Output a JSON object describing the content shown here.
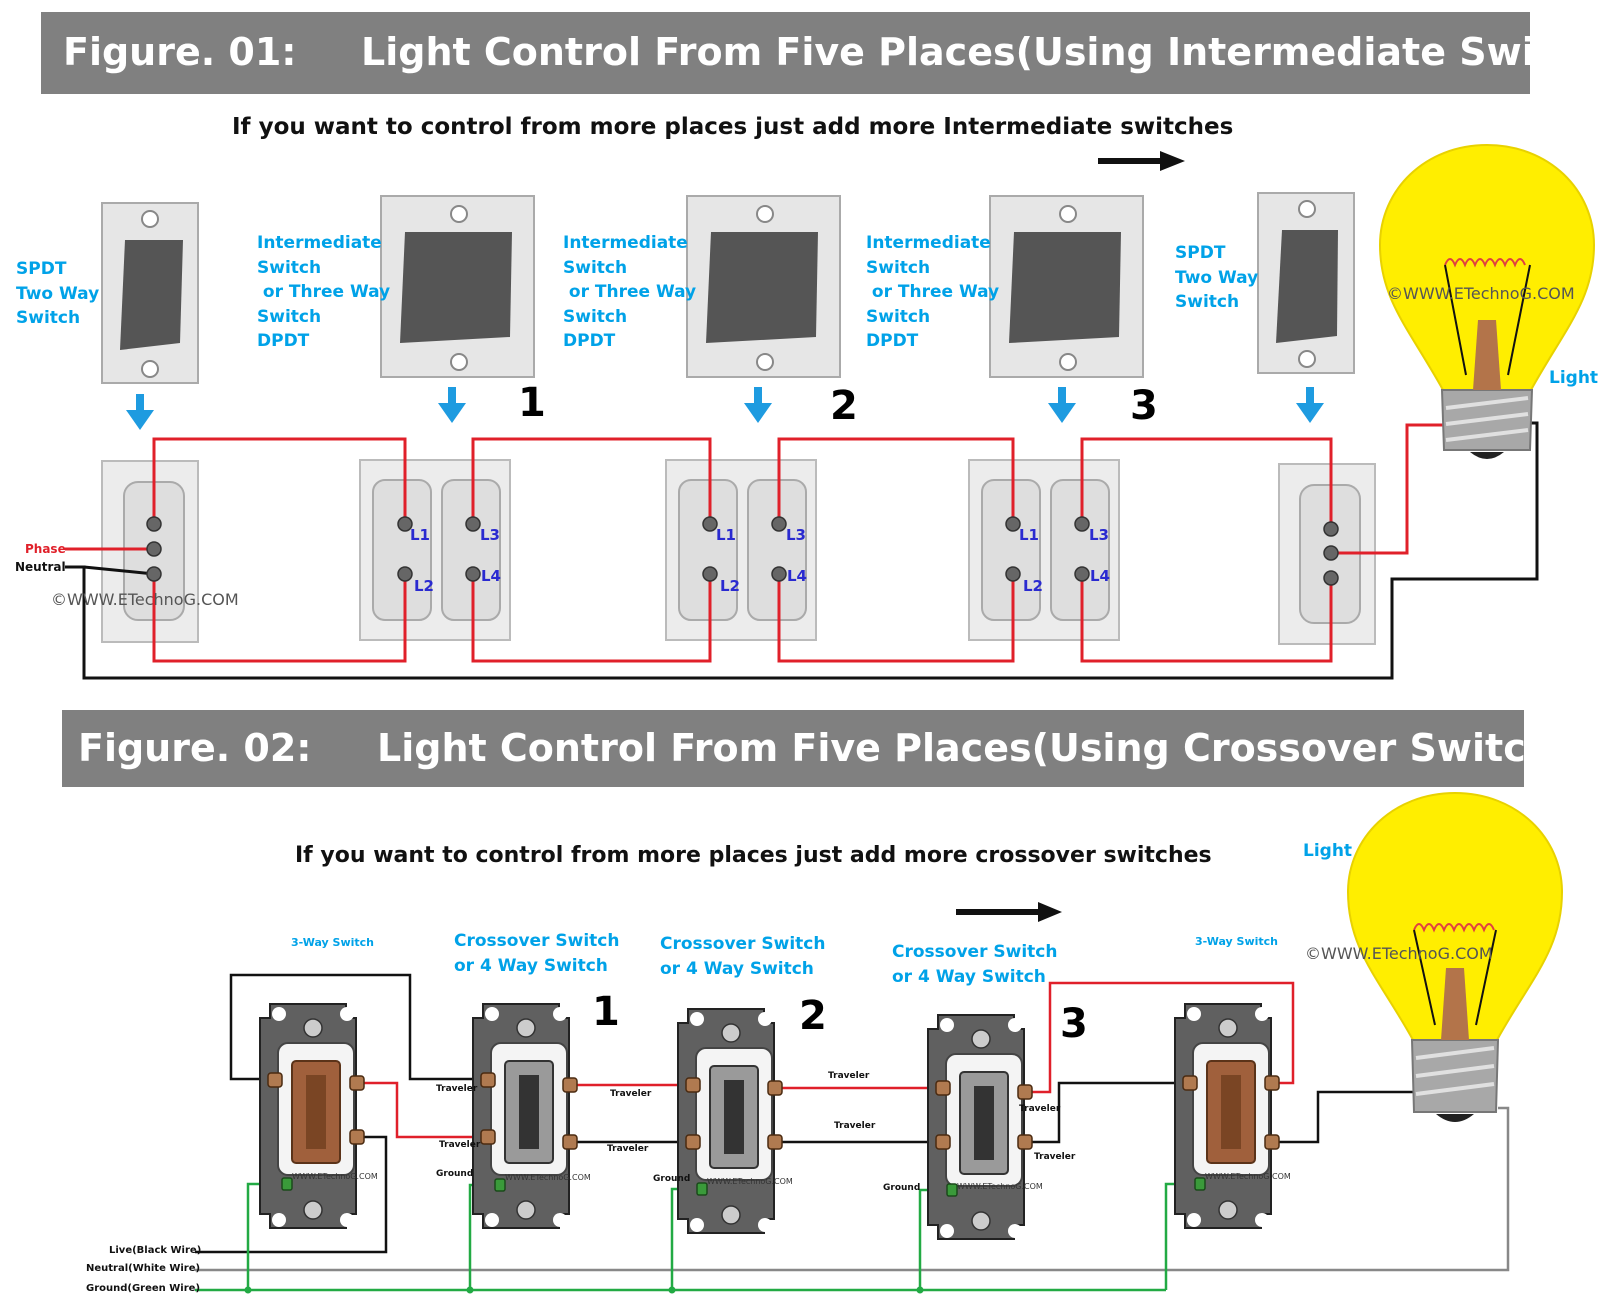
{
  "fig1": {
    "label": "Figure. 01:",
    "title": "Light Control From Five Places(Using Intermediate Switch)",
    "subtitle": "If you want to control from more places just add more Intermediate switches",
    "spdt_left": "SPDT\nTwo Way\nSwitch",
    "inter_1": "Intermediate\nSwitch\n or Three Way\nSwitch\nDPDT",
    "inter_2": "Intermediate\nSwitch\n or Three Way\nSwitch\nDPDT",
    "inter_3": "Intermediate\nSwitch\n or Three Way\nSwitch\nDPDT",
    "spdt_right": "SPDT\nTwo Way\nSwitch",
    "light": "Light",
    "watermark": "©WWW.ETechnoG.COM",
    "phase": "Phase",
    "neutral": "Neutral",
    "numbers": [
      "1",
      "2",
      "3"
    ],
    "terminals": [
      "L1",
      "L2",
      "L3",
      "L4"
    ]
  },
  "fig2": {
    "label": "Figure. 02:",
    "title": "Light Control From Five Places(Using Crossover Switch)",
    "subtitle": "If you want to control from more places just add more crossover switches",
    "three_way_left": "3-Way Switch",
    "three_way_right": "3-Way Switch",
    "cross_1": "Crossover Switch\nor 4 Way Switch",
    "cross_2": "Crossover Switch\nor 4 Way Switch",
    "cross_3": "Crossover Switch\nor 4 Way Switch",
    "light": "Light",
    "watermark": "©WWW.ETechnoG.COM",
    "small_watermark": "WWW.ETechnoG.COM",
    "numbers": [
      "1",
      "2",
      "3"
    ],
    "traveler": "Traveler",
    "ground": "Ground",
    "live_wire": "Live(Black Wire)",
    "neutral_wire": "Neutral(White Wire)",
    "ground_wire": "Ground(Green Wire)"
  },
  "colors": {
    "banner": "#808080",
    "accent_blue": "#00a2e8",
    "wire_red": "#e0202a",
    "wire_black": "#111111",
    "wire_green": "#22aa44",
    "wire_gray": "#888888",
    "bulb_yellow": "#ffee00",
    "terminal_label": "#2a2ad0"
  }
}
